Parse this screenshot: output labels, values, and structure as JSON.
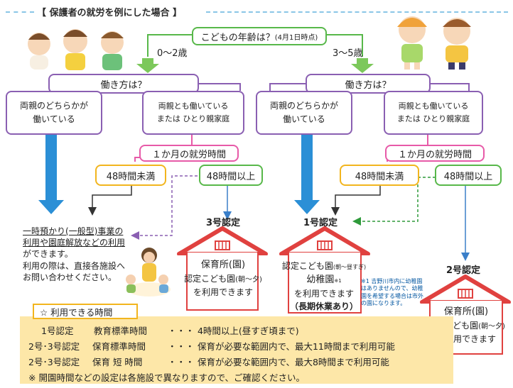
{
  "header": {
    "title": "【 保護者の就労を例にした場合 】"
  },
  "flow": {
    "question": "こどもの年齢は？",
    "question_note": "(4月1日時点)",
    "age_left": "0〜2歳",
    "age_right": "3〜5歳",
    "work_q_left": "働き方は？",
    "work_q_right": "働き方は？",
    "left_either_1": "両親のどちらかが",
    "left_either_2": "働いている",
    "left_both_1": "両親とも働いている",
    "left_both_2": "または ひとり親家庭",
    "right_either_1": "両親のどちらかが",
    "right_either_2": "働いている",
    "right_both_1": "両親とも働いている",
    "right_both_2": "または ひとり親家庭",
    "hours_q_left": "１か月の就労時間",
    "hours_q_right": "１か月の就労時間",
    "left_under": "48時間未満",
    "left_over": "48時間以上",
    "right_under": "48時間未満",
    "right_over": "48時間以上"
  },
  "temporary": {
    "line1": "一時預かり(一般型)事業の",
    "line2": "利用や園庭解放などの利用",
    "line3": "ができます。",
    "line4": "利用の際は、直接各施設へ",
    "line5": "お問い合わせください。"
  },
  "certs": {
    "cert3": {
      "label": "3号認定",
      "line1": "保育所(園)",
      "line2": "認定こども園",
      "line2_note": "(朝〜夕)",
      "line3": "を利用できます"
    },
    "cert1": {
      "label": "1号認定",
      "line1": "認定こども園",
      "line1_note": "(朝〜昼すぎ)",
      "line2": "幼稚園",
      "line2_note": "※1",
      "line3": "を利用できます",
      "line4": "（長期休業あり）",
      "footnote": "※1 吉野川市内に幼稚園はありませんので、幼稚園を希望する場合は市外の園になります。"
    },
    "cert2": {
      "label": "2号認定",
      "line1": "保育所(園)",
      "line2": "認定こども園",
      "line2_note": "(朝〜夕)",
      "line3": "を利用できます"
    }
  },
  "hours_table": {
    "heading": "☆ 利用できる時間",
    "rows": [
      {
        "cert": "1号認定",
        "type": "教育標準時間",
        "dots": "・・・",
        "desc": "4時間以上(昼すぎ頃まで)"
      },
      {
        "cert": "2号･3号認定",
        "type": "保育標準時間",
        "dots": "・・・",
        "desc": "保育が必要な範囲内で、最大11時間まで利用可能"
      },
      {
        "cert": "2号･3号認定",
        "type": "保育 短 時間",
        "dots": "・・・",
        "desc": "保育が必要な範囲内で、最大8時間まで利用可能"
      }
    ],
    "note": "※ 開園時間などの設定は各施設で異なりますので、ご確認ください。"
  },
  "colors": {
    "green": "#58b84a",
    "purple": "#8a5fb2",
    "pink": "#e75aa8",
    "yellow": "#f2b51e",
    "blue_arrow": "#2b8fd6",
    "house_red": "#e0413f",
    "info_bg": "#fde7a8"
  }
}
